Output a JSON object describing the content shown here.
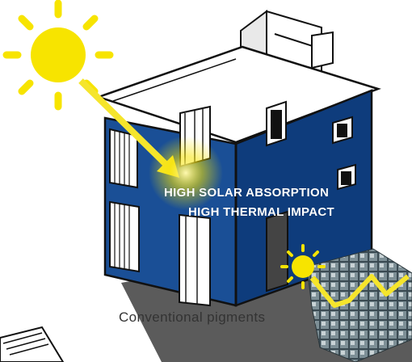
{
  "labels": {
    "absorption": "HIGH SOLAR ABSORPTION",
    "impact": "HIGH THERMAL IMPACT",
    "caption": "Conventional pigments"
  },
  "colors": {
    "wall_front": "#1a4f96",
    "wall_side": "#0e3c7c",
    "sun": "#f7e400",
    "arrow": "#f5e52c",
    "outline": "#111111"
  },
  "icons": [
    "sun-icon",
    "house-illustration",
    "pigment-cube-icon",
    "sunray-arrow-icon"
  ]
}
